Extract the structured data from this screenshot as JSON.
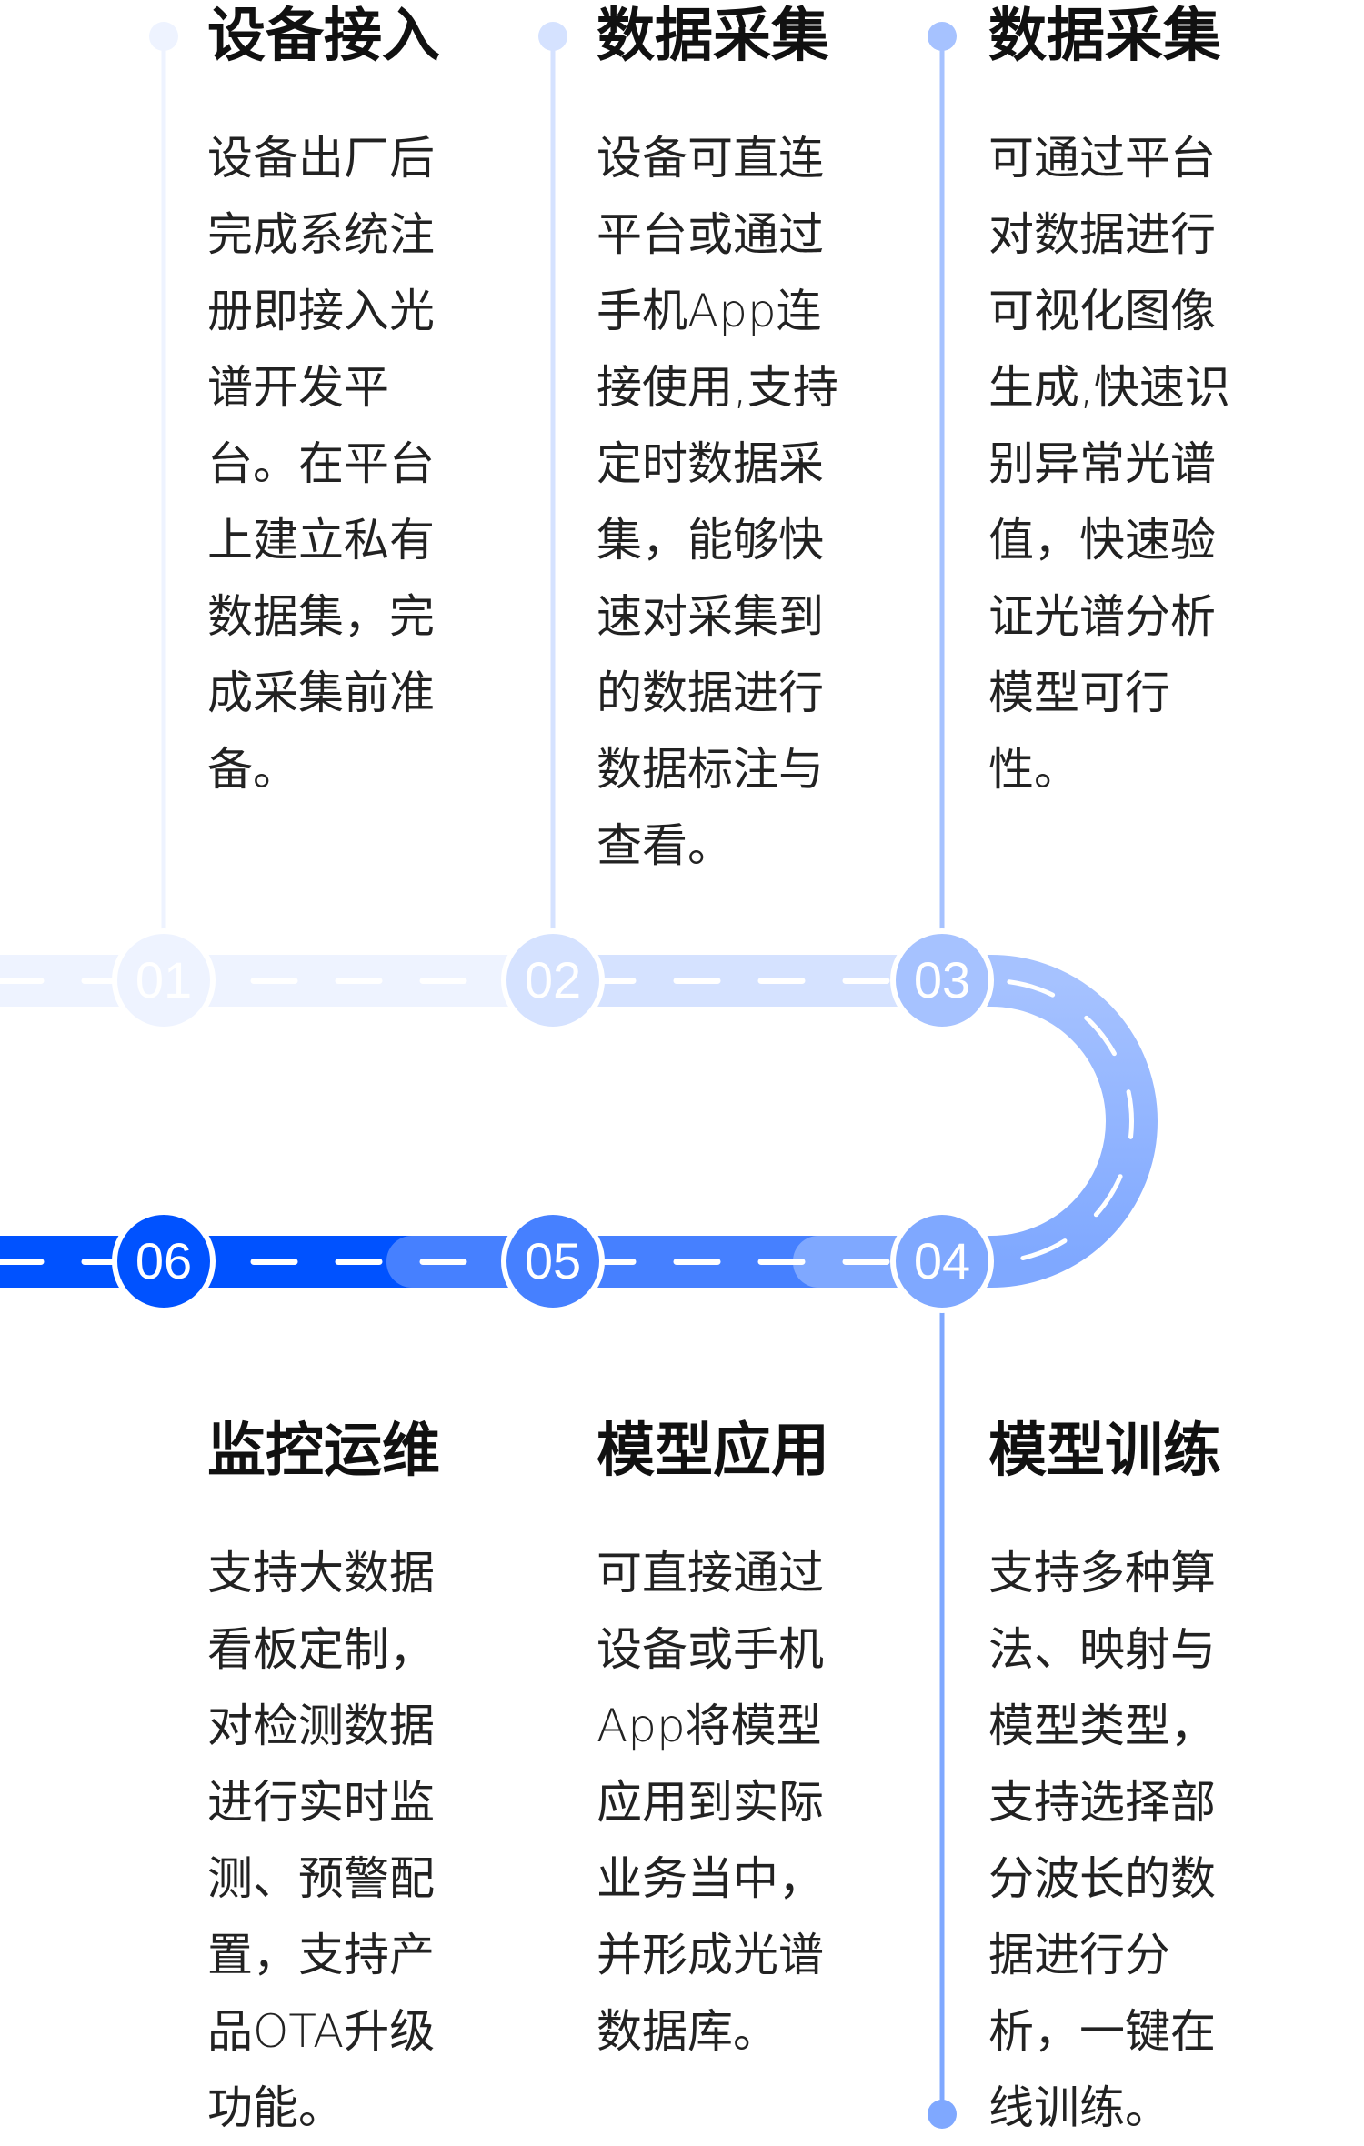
{
  "colors": {
    "step1": "#eef3ff",
    "step2": "#d5e2ff",
    "step3": "#a6c2ff",
    "step4": "#7fa8ff",
    "step5": "#4680ff",
    "step6": "#0052ff"
  },
  "steps": [
    {
      "number": "01",
      "title": "设备接入",
      "lines": [
        "设备出厂后",
        "完成系统注",
        "册即接入光",
        "谱开发平",
        "台。在平台",
        "上建立私有",
        "数据集，完",
        "成采集前准",
        "备。"
      ]
    },
    {
      "number": "02",
      "title": "数据采集",
      "lines": [
        "设备可直连",
        "平台或通过",
        "手机App连",
        "接使用,支持",
        "定时数据采",
        "集，能够快",
        "速对采集到",
        "的数据进行",
        "数据标注与",
        "查看。"
      ]
    },
    {
      "number": "03",
      "title": "数据采集",
      "lines": [
        "可通过平台",
        "对数据进行",
        "可视化图像",
        "生成,快速识",
        "别异常光谱",
        "值，快速验",
        "证光谱分析",
        "模型可行",
        "性。"
      ]
    },
    {
      "number": "04",
      "title": "模型训练",
      "lines": [
        "支持多种算",
        "法、映射与",
        "模型类型，",
        "支持选择部",
        "分波长的数",
        "据进行分",
        "析，一键在",
        "线训练。"
      ]
    },
    {
      "number": "05",
      "title": "模型应用",
      "lines": [
        "可直接通过",
        "设备或手机",
        "App将模型",
        "应用到实际",
        "业务当中，",
        "并形成光谱",
        "数据库。"
      ]
    },
    {
      "number": "06",
      "title": "监控运维",
      "lines": [
        "支持大数据",
        "看板定制，",
        "对检测数据",
        "进行实时监",
        "测、预警配",
        "置，支持产",
        "品OTA升级",
        "功能。"
      ]
    }
  ]
}
